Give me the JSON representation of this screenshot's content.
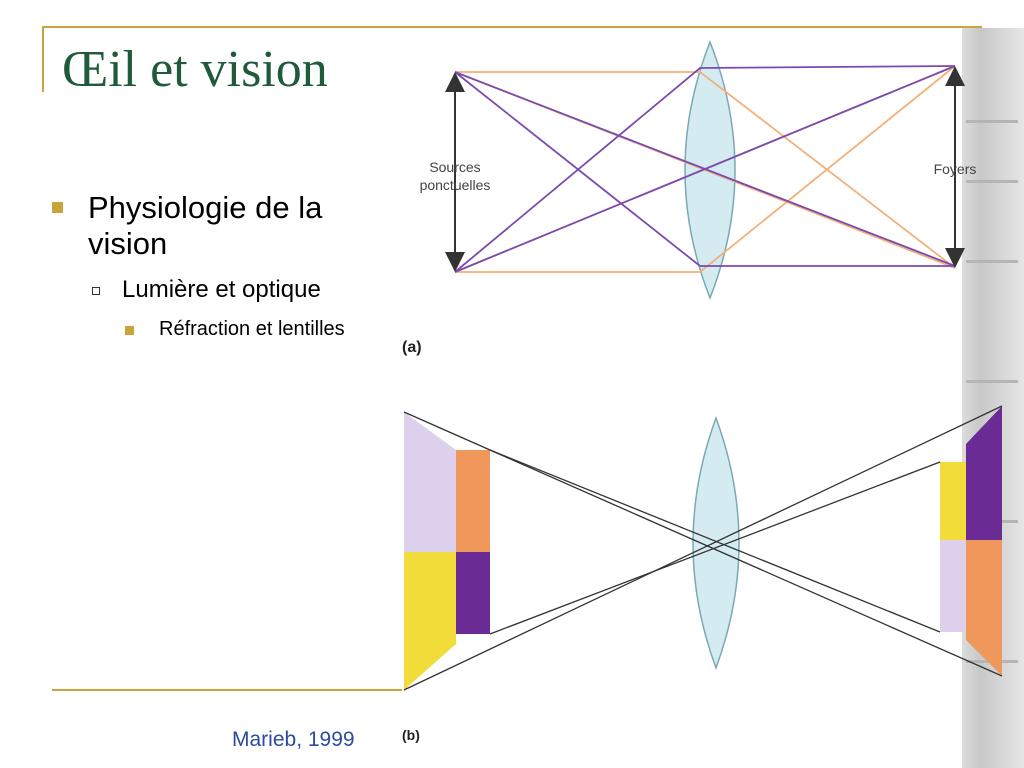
{
  "slide": {
    "title": "Œil et vision",
    "bullets": {
      "level1": "Physiologie de la vision",
      "level2": "Lumière et optique",
      "level3": "Réfraction et lentilles"
    },
    "citation": "Marieb, 1999"
  },
  "figure": {
    "label_a": "(a)",
    "label_b": "(b)",
    "sources_label": [
      "Sources",
      "ponctuelles"
    ],
    "foyers_label": "Foyers"
  },
  "colors": {
    "title": "#1f5a3a",
    "accent": "#c9a43a",
    "citation": "#2a4ba0",
    "lens": "#d4ecf1",
    "ray_orange": "#f4b07a",
    "ray_purple": "#7b4ab0",
    "block_lavender": "#ddd0ec",
    "block_orange": "#f0985c",
    "block_yellow": "#f2dc3a",
    "block_purple": "#6a2c94"
  }
}
